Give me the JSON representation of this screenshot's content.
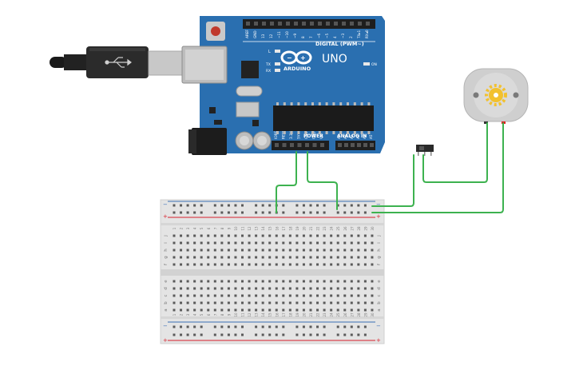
{
  "board": {
    "brand": "ARDUINO",
    "model": "UNO",
    "digital_label": "DIGITAL (PWM~)",
    "power_label": "POWER",
    "analog_label": "ANALOG IN",
    "on_label": "ON",
    "l_label": "L",
    "tx_label": "TX",
    "rx_label": "RX",
    "digital_pins": [
      "AREF",
      "GND",
      "13",
      "12",
      "~11",
      "~10",
      "~9",
      "8",
      "7",
      "~6",
      "~5",
      "4",
      "~3",
      "2",
      "TX▸1",
      "RX◂0"
    ],
    "power_pins": [
      "IOREF",
      "RESET",
      "3.3V",
      "5V",
      "GND",
      "GND",
      "Vin"
    ],
    "analog_pins": [
      "A0",
      "A1",
      "A2",
      "A3",
      "A4",
      "A5"
    ]
  },
  "breadboard": {
    "column_numbers": [
      "1",
      "2",
      "3",
      "4",
      "5",
      "6",
      "7",
      "8",
      "9",
      "10",
      "11",
      "12",
      "13",
      "14",
      "15",
      "16",
      "17",
      "18",
      "19",
      "20",
      "21",
      "22",
      "23",
      "24",
      "25",
      "26",
      "27",
      "28",
      "29",
      "30"
    ],
    "top_rows": [
      "j",
      "i",
      "h",
      "g",
      "f"
    ],
    "bottom_rows": [
      "e",
      "d",
      "c",
      "b",
      "a"
    ],
    "rail_minus": "−",
    "rail_plus": "+"
  },
  "colors": {
    "board": "#2a6fb0",
    "wire": "#3db24f",
    "wire_red": "#e02020",
    "rail_red": "#d8212c",
    "rail_blue": "#3a6fb5"
  }
}
